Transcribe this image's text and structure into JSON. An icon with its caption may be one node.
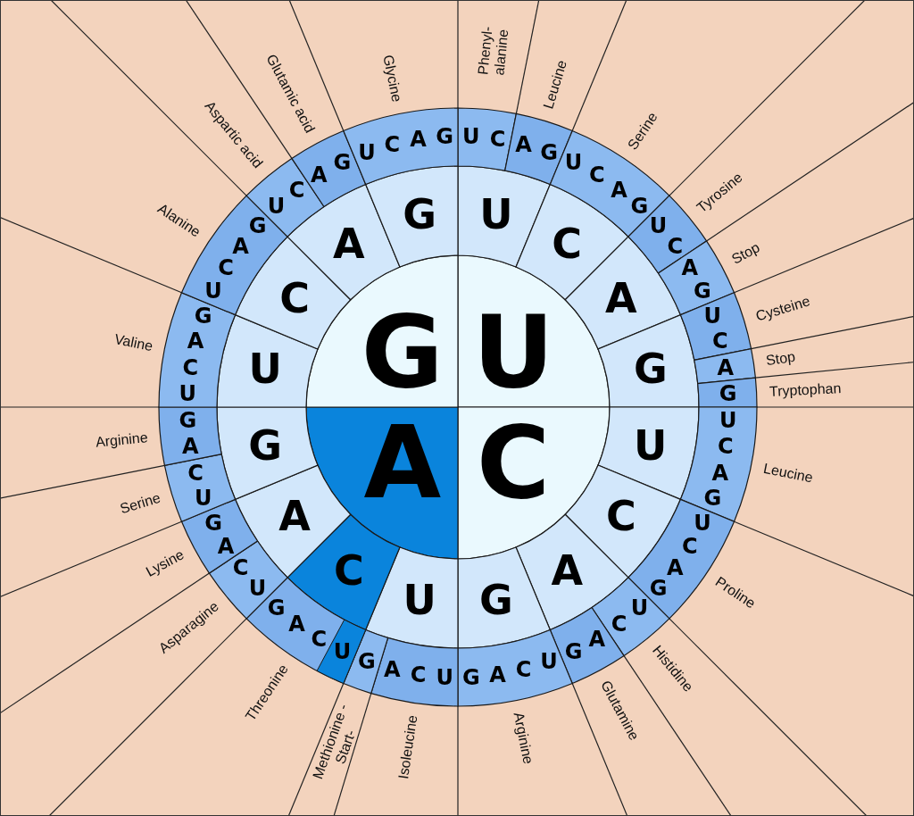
{
  "diagram": {
    "nodes": [
      {
        "text": [
          "U"
        ]
      },
      {
        "text": [
          "C"
        ]
      },
      {
        "text": [
          "A"
        ]
      },
      {
        "text": [
          "G"
        ]
      },
      {
        "text": [
          "U"
        ]
      },
      {
        "text": [
          "C"
        ]
      },
      {
        "text": [
          "A"
        ]
      },
      {
        "text": [
          "G"
        ]
      },
      {
        "text": [
          "U"
        ]
      },
      {
        "text": [
          "C"
        ]
      },
      {
        "text": [
          "A"
        ]
      },
      {
        "text": [
          "G"
        ]
      },
      {
        "text": [
          "U"
        ]
      },
      {
        "text": [
          "C"
        ]
      },
      {
        "text": [
          "A"
        ]
      },
      {
        "text": [
          "G"
        ]
      },
      {
        "text": [
          "U"
        ]
      },
      {
        "text": [
          "C"
        ]
      },
      {
        "text": [
          "A"
        ]
      },
      {
        "text": [
          "G"
        ]
      },
      {
        "text": [
          "U",
          "C"
        ]
      },
      {
        "text": [
          "A",
          "G"
        ]
      },
      {
        "text": [
          "U",
          "C",
          "A",
          "G"
        ]
      },
      {
        "text": [
          "U",
          "C"
        ]
      },
      {
        "text": [
          "A",
          "G"
        ]
      },
      {
        "text": [
          "U",
          "C"
        ]
      },
      {
        "text": [
          "A"
        ]
      },
      {
        "text": [
          "G"
        ]
      },
      {
        "text": [
          "U",
          "C",
          "A",
          "G"
        ]
      },
      {
        "text": [
          "U",
          "C",
          "A",
          "G"
        ]
      },
      {
        "text": [
          "C",
          "U"
        ]
      },
      {
        "text": [
          "G",
          "A"
        ]
      },
      {
        "text": [
          "G",
          "A",
          "C",
          "U"
        ]
      },
      {
        "text": [
          "A",
          "C",
          "U"
        ]
      },
      {
        "text": [
          "G"
        ]
      },
      {
        "text": [
          "G",
          "A",
          "C",
          "U"
        ]
      },
      {
        "text": [
          "C",
          "U"
        ]
      },
      {
        "text": [
          "G",
          "A"
        ]
      },
      {
        "text": [
          "C",
          "U"
        ]
      },
      {
        "text": [
          "G",
          "A"
        ]
      },
      {
        "text": [
          "G",
          "A",
          "C",
          "U"
        ]
      },
      {
        "text": [
          "G",
          "A",
          "C",
          "U"
        ]
      },
      {
        "text": [
          "U",
          "C"
        ]
      },
      {
        "text": [
          "A",
          "G"
        ]
      },
      {
        "text": [
          "U",
          "C",
          "A",
          "G"
        ]
      }
    ],
    "labels": [
      "Phenyl- alanine",
      "Leucine",
      "Serine",
      "Tyrosine",
      "Stop",
      "Cysteine",
      "Stop",
      "Tryptophan",
      "Leucine",
      "Proline",
      "Histidine",
      "Glutamine",
      "Arginine",
      "Isoleucine",
      "Methionine -Start-",
      "Threonine",
      "Asparagine",
      "Lysine",
      "Serine",
      "Arginine",
      "Valine",
      "Alanine",
      "Aspartic acid",
      "Glutamic acid",
      "Glycine"
    ]
  }
}
